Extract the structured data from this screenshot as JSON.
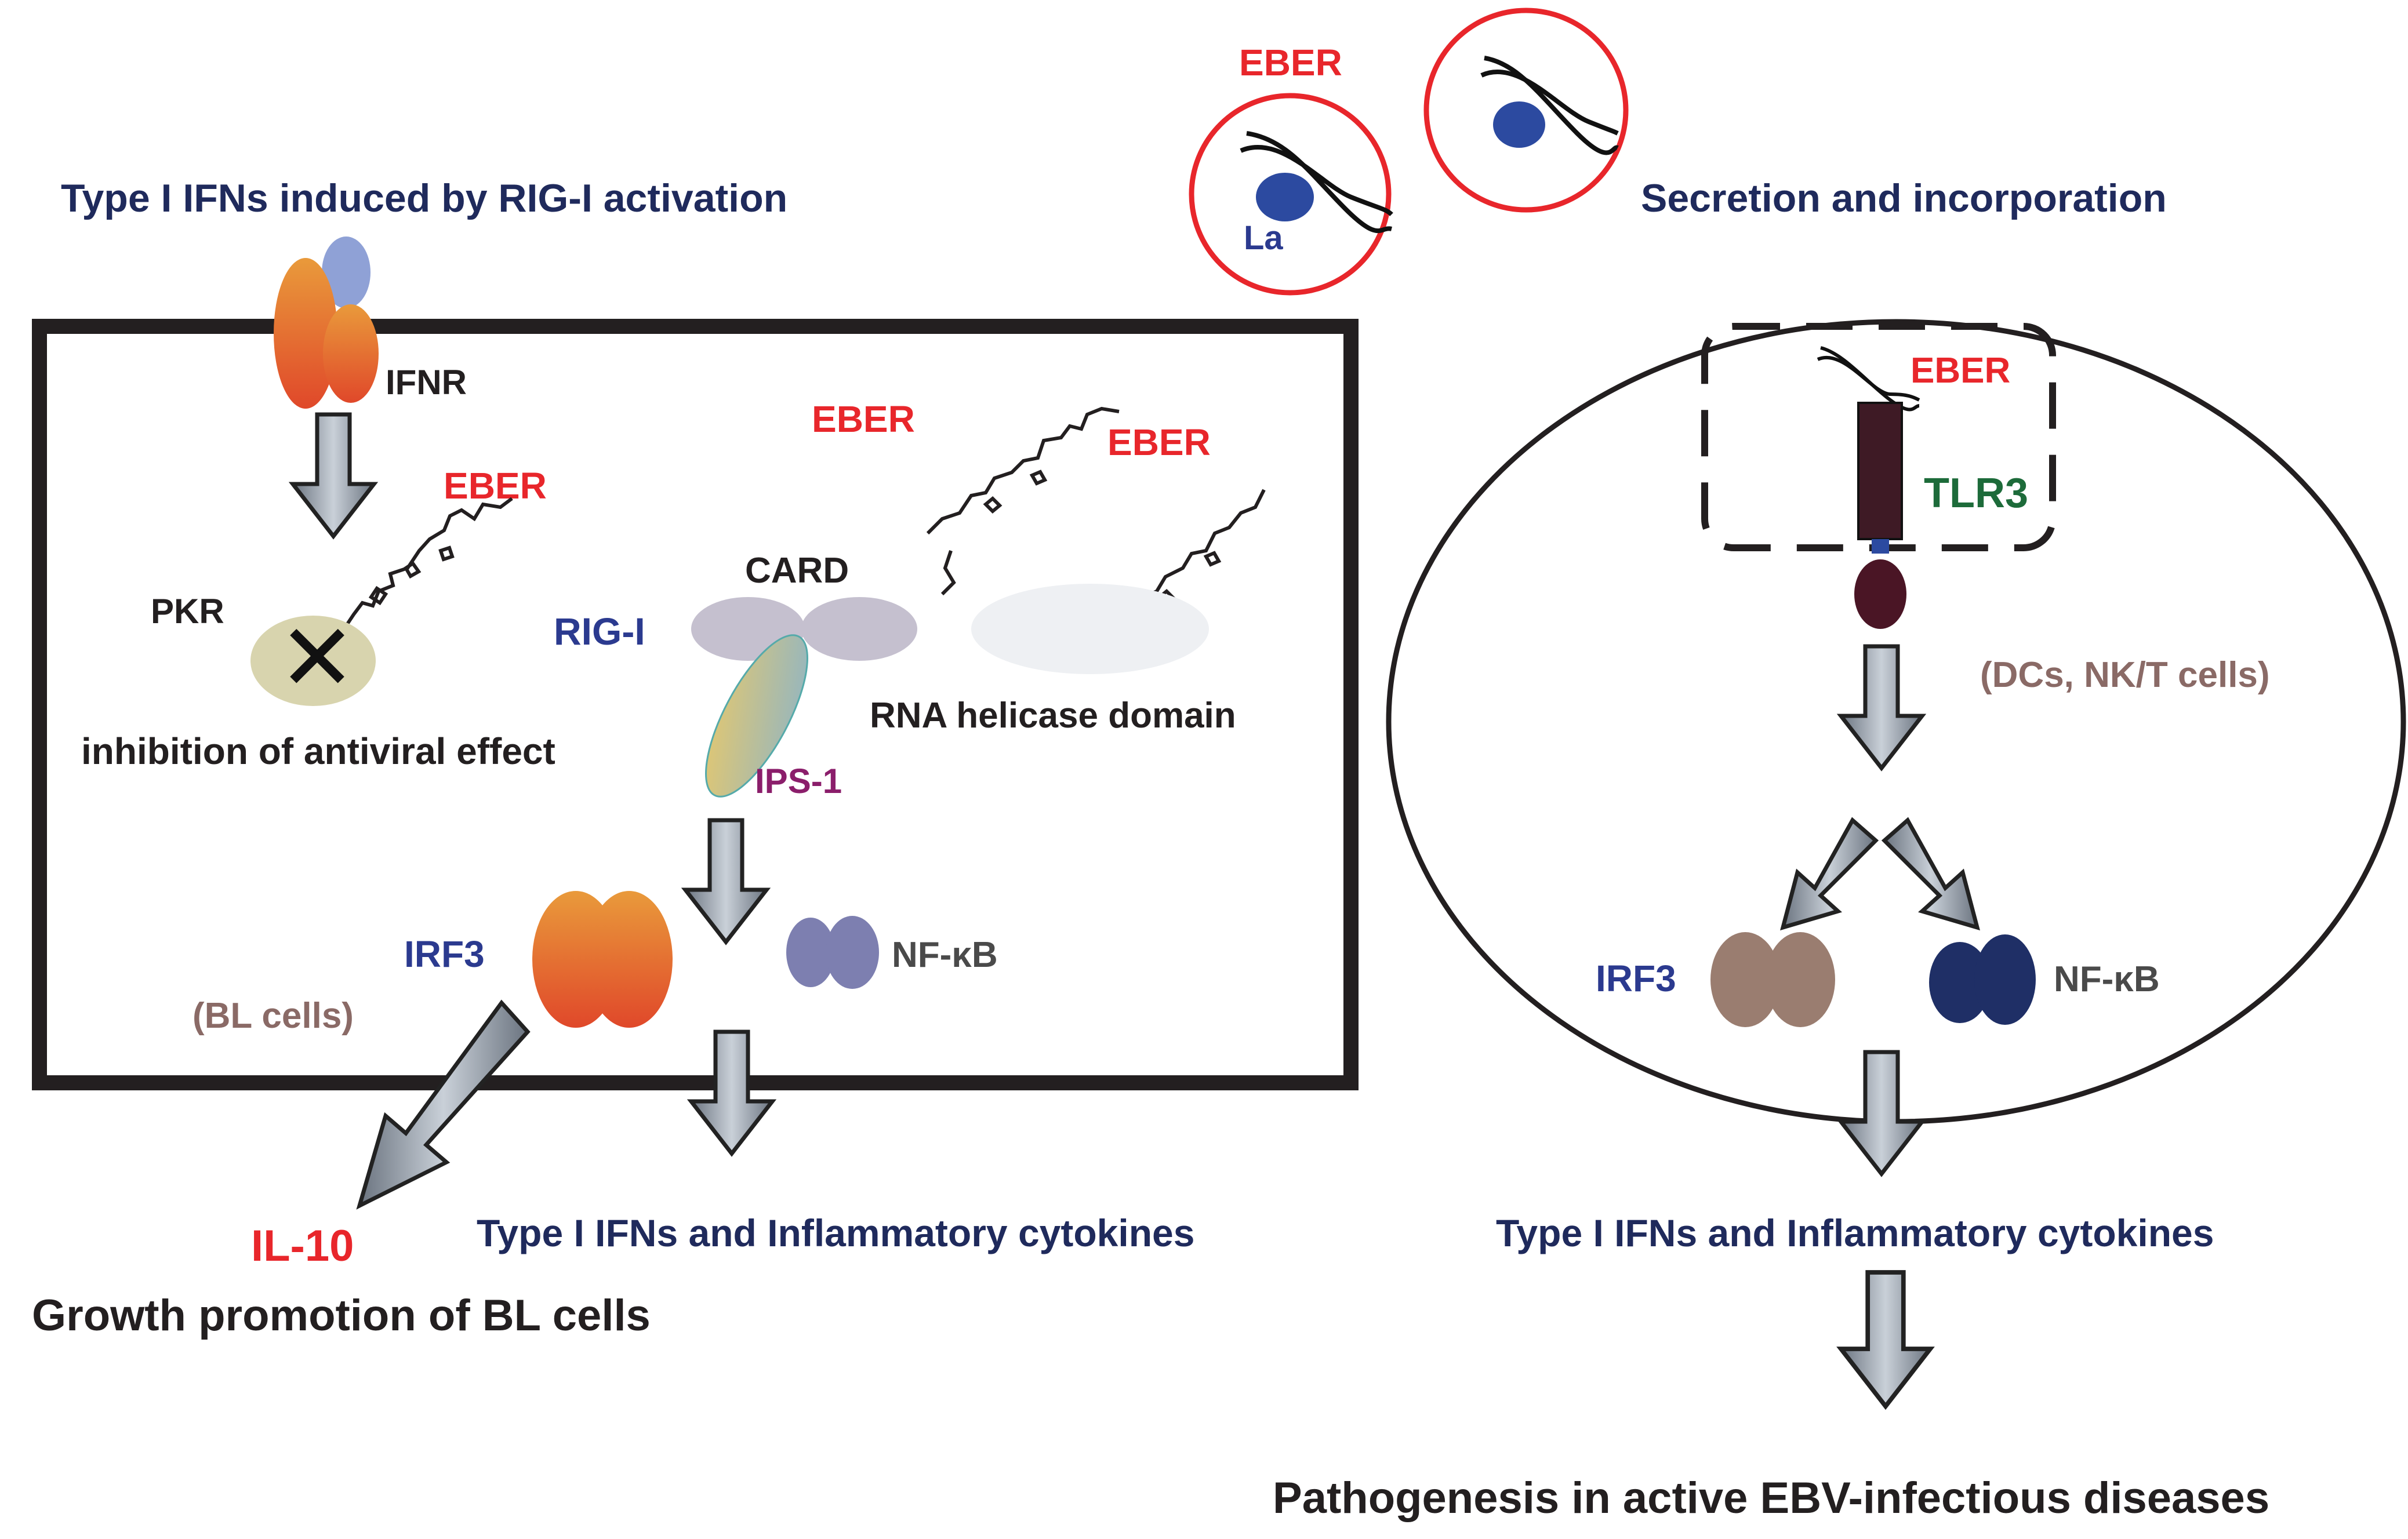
{
  "left_panel": {
    "header": "Type I IFNs induced by RIG-I activation",
    "ifnr_label": "IFNR",
    "eber_pkr_label": "EBER",
    "pkr_label": "PKR",
    "inhibition_label": "inhibition of antiviral effect",
    "eber_rig_label_1": "EBER",
    "eber_rig_label_2": "EBER",
    "card_label": "CARD",
    "rig_label": "RIG-I",
    "helicase_label": "RNA helicase domain",
    "ips_label": "IPS-1",
    "irf3_label": "IRF3",
    "nfkb_label": "NF-κB",
    "bl_cells_label": "(BL cells)",
    "output_label": "Type I IFNs and Inflammatory cytokines",
    "il10_label": "IL-10",
    "growth_label": "Growth promotion of BL cells"
  },
  "top_right": {
    "eber_label": "EBER",
    "la_label": "La",
    "secretion_label": "Secretion and incorporation"
  },
  "right_panel": {
    "eber_label": "EBER",
    "tlr3_label": "TLR3",
    "cell_types_label": "(DCs, NK/T cells)",
    "irf3_label": "IRF3",
    "nfkb_label": "NF-κB",
    "output_label": "Type I IFNs and Inflammatory cytokines",
    "pathogenesis_label": "Pathogenesis in active EBV-infectious diseases"
  },
  "colors": {
    "header_navy": "#1f2a5c",
    "eber_red": "#e8262b",
    "tlr3_green": "#1d6b3a",
    "ips_purple": "#8b1e6b",
    "rig_blue": "#2b3a8f",
    "muted_brown": "#8a6a66",
    "dark_text": "#231f20"
  }
}
